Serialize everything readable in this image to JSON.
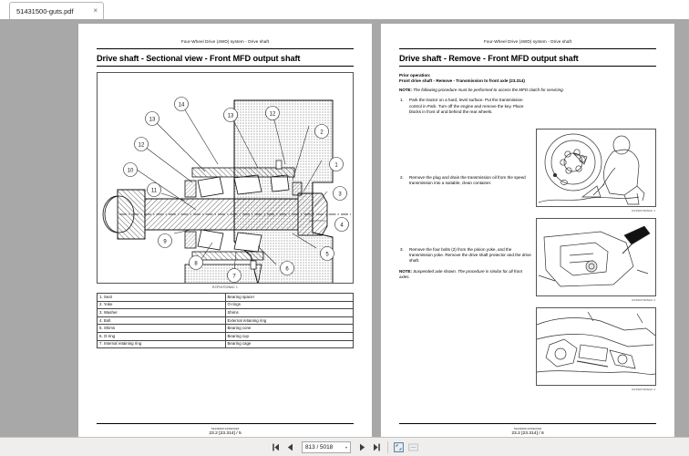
{
  "window": {
    "tab": {
      "title": "51431500-guts.pdf",
      "close_label": "×"
    }
  },
  "pages": [
    {
      "running_head": "Four-Wheel Drive (4WD) system - Drive shaft",
      "title": "Drive shaft - Sectional view - Front MFD output shaft",
      "figure_code": "RCPH07D0NAC  1",
      "legend": {
        "left": [
          "1.  Seal",
          "2.  Yoke",
          "3.  Washer",
          "4.  Bolt",
          "5.  Shims",
          "6.  O-ring",
          "7.  Internal retaining ring"
        ],
        "right": [
          "Bearing spacer",
          "O-rings",
          "Shims",
          "External retaining ring",
          "Bearing cone",
          "Bearing cup",
          "Bearing cage"
        ]
      },
      "footer_code": "51431500 23/02/2018",
      "footer_page": "23.2 [23.314] / 5"
    },
    {
      "running_head": "Four-Wheel Drive (4WD) system - Drive shaft",
      "title": "Drive shaft - Remove - Front MFD output shaft",
      "prior_label": "Prior operation:",
      "prior_value": "Front drive shaft - Remove - Transmission to front axle (23.314)",
      "note_top_label": "NOTE:",
      "note_top_text": "The following procedure must be performed to access the MFD clutch for servicing.",
      "steps": [
        {
          "num": "1.",
          "text": "Park the tractor on a hard, level surface.  Put the transmission control in Park.  Turn off the engine and remove the key.  Place blocks in front of and behind the rear wheels.",
          "photo_code": "RCPH07D0NAC  1"
        },
        {
          "num": "2.",
          "text": "Remove the plug and drain the transmission oil from the speed transmission into a suitable, clean container.",
          "photo_code": "RCPH07D0NAC  2"
        },
        {
          "num": "3.",
          "text": "Remove the four bolts (2) from the pinion yoke, and the transmission yoke.  Remove the drive shaft protector and the drive shaft.",
          "photo_code": "RCPH07D0NAC  3"
        }
      ],
      "note_bottom_label": "NOTE:",
      "note_bottom_text": "Suspended axle shown.  The procedure is similar for all front axles.",
      "footer_code": "51431500 23/02/2018",
      "footer_page": "23.2 [23.314] / 6"
    }
  ],
  "toolbar": {
    "first_page_label": "◀|",
    "prev_page_label": "◀",
    "page_value": "813 / 5018",
    "page_placeholder": "813 / 5018",
    "dropdown_caret": "▾",
    "next_page_label": "▶",
    "last_page_label": "|▶",
    "fit_page_label": "fit-page-icon",
    "fit_width_label": "fit-width-icon"
  },
  "colors": {
    "viewer_bg": "#a8a8a8",
    "page_bg": "#ffffff",
    "toolbar_bg": "#efeeed",
    "text": "#000000"
  }
}
